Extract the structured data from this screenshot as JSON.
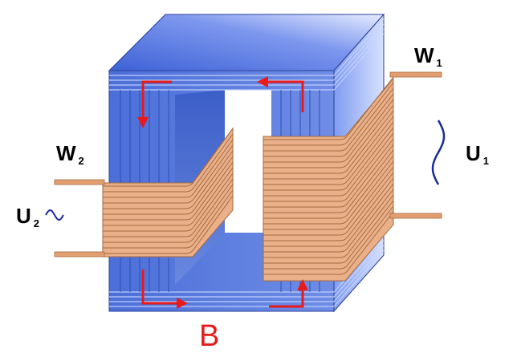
{
  "labels": {
    "w1": {
      "main": "W",
      "sub": "1"
    },
    "w2": {
      "main": "W",
      "sub": "2"
    },
    "u1": {
      "main": "U",
      "sub": "1"
    },
    "u2": {
      "main": "U",
      "sub": "2"
    },
    "flux": "B"
  },
  "colors": {
    "core_front": "#5a7fdc",
    "core_top": "#6f8fe8",
    "core_side": "#3f5fc8",
    "winding": "#e7a77a",
    "arrow": "#e81a1a",
    "sine": "#1a2a9a"
  },
  "icons": {
    "flux_arrows": "red-arrow-icon",
    "ac_symbol": "sine-wave-icon"
  }
}
